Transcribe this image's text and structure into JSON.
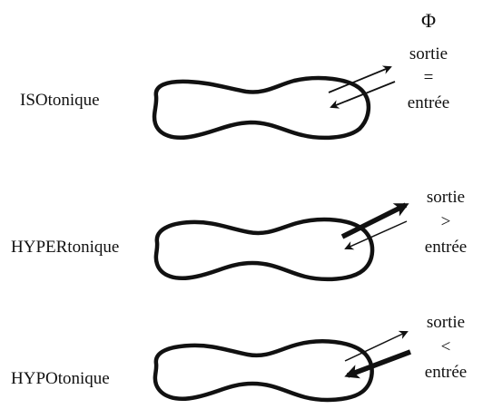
{
  "flux_symbol": "Φ",
  "rows": [
    {
      "label": "ISOtonique",
      "top_text": "sortie",
      "symbol": "=",
      "bottom_text": "entrée"
    },
    {
      "label": "HYPERtonique",
      "top_text": "sortie",
      "symbol": ">",
      "bottom_text": "entrée"
    },
    {
      "label": "HYPOtonique",
      "top_text": "sortie",
      "symbol": "<",
      "bottom_text": "entrée"
    }
  ]
}
